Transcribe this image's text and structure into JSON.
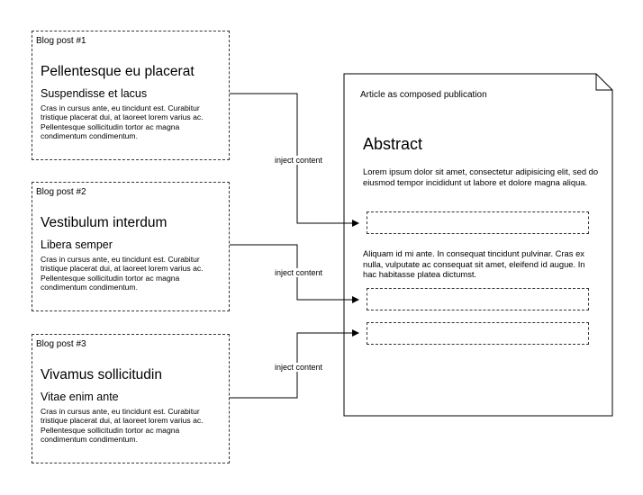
{
  "posts": [
    {
      "tag": "Blog post #1",
      "title": "Pellentesque eu placerat",
      "subtitle": "Suspendisse et lacus",
      "body": "Cras in cursus ante, eu tincidunt est. Curabitur tristique placerat dui, at laoreet lorem varius ac. Pellentesque sollicitudin tortor ac magna condimentum condimentum."
    },
    {
      "tag": "Blog post #2",
      "title": "Vestibulum interdum",
      "subtitle": "Libera semper",
      "body": "Cras in cursus ante, eu tincidunt est. Curabitur tristique placerat dui, at laoreet lorem varius ac. Pellentesque sollicitudin tortor ac magna condimentum condimentum."
    },
    {
      "tag": "Blog post #3",
      "title": "Vivamus sollicitudin",
      "subtitle": "Vitae enim ante",
      "body": "Cras in cursus ante, eu tincidunt est. Curabitur tristique placerat dui, at laoreet lorem varius ac. Pellentesque sollicitudin tortor ac magna condimentum condimentum."
    }
  ],
  "article": {
    "label": "Article as composed publication",
    "title": "Abstract",
    "paragraphs": [
      "Lorem ipsum dolor sit amet, consectetur adipisicing elit, sed do eiusmod tempor incididunt ut labore et dolore magna aliqua.",
      "Aliquam id mi ante. In consequat tincidunt pulvinar. Cras ex nulla, vulputate ac consequat sit amet, eleifend id augue. In hac habitasse platea dictumst."
    ]
  },
  "connectors": [
    {
      "label": "inject content"
    },
    {
      "label": "inject content"
    },
    {
      "label": "inject content"
    }
  ],
  "colors": {
    "stroke": "#000000",
    "dashed_border": "#333333",
    "background": "#ffffff"
  }
}
